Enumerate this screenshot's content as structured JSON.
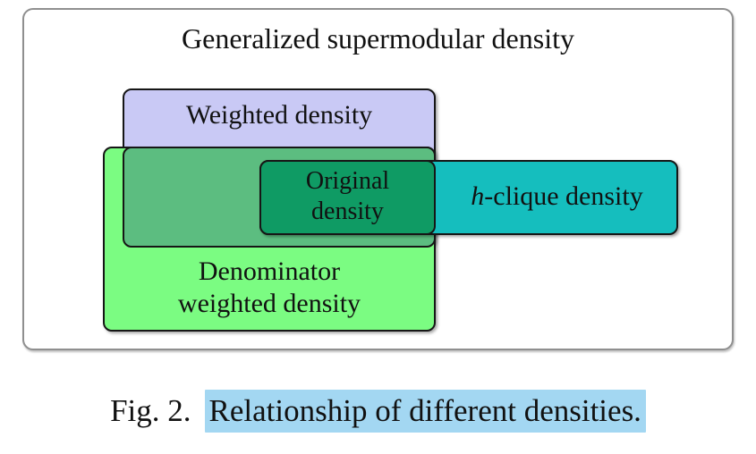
{
  "figure": {
    "title": "Generalized supermodular density",
    "colors": {
      "outer_border": "#8f8f8f",
      "box_border": "#161616",
      "weighted_fill": "#c9c9f5",
      "denominator_fill": "#7bfc82",
      "overlap_fill": "#5cbd80",
      "hclique_fill": "#15bebe",
      "original_fill": "#0f9b64"
    },
    "boxes": {
      "weighted": {
        "label": "Weighted density"
      },
      "denominator": {
        "line1": "Denominator",
        "line2": "weighted density"
      },
      "hclique": {
        "italic": "h",
        "rest": "-clique density"
      },
      "original": {
        "line1": "Original",
        "line2": "density"
      }
    }
  },
  "caption": {
    "prefix": "Fig. 2.",
    "highlighted_text": "Relationship of different densities.",
    "highlight_color": "#a3d7f2",
    "text_color": "#111111"
  }
}
